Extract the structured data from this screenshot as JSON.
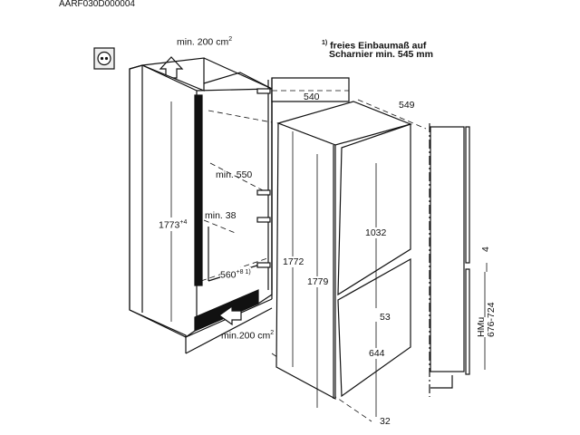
{
  "code": "AARF030D000004",
  "footnote": {
    "marker": "1)",
    "line1": "freies Einbaumaß auf",
    "line2": "Scharnier min. 545 mm"
  },
  "vent_top": {
    "text": "min. 200 cm",
    "sup": "2"
  },
  "vent_bottom": {
    "text": "min.200 cm",
    "sup": "2"
  },
  "dimensions": {
    "depth_540": "540",
    "width_549": "549",
    "min_550": "min. 550",
    "min_38": "min. 38",
    "niche_height": "1773",
    "niche_height_tol": "+4",
    "niche_width": "560",
    "niche_width_tol": "+8 1)",
    "height_1772": "1772",
    "height_1779": "1779",
    "upper_door": "1032",
    "gap": "53",
    "lower_door": "644",
    "bottom": "32",
    "gap_4": "4",
    "hmu": "HMu",
    "hmu_range": "676-724"
  }
}
